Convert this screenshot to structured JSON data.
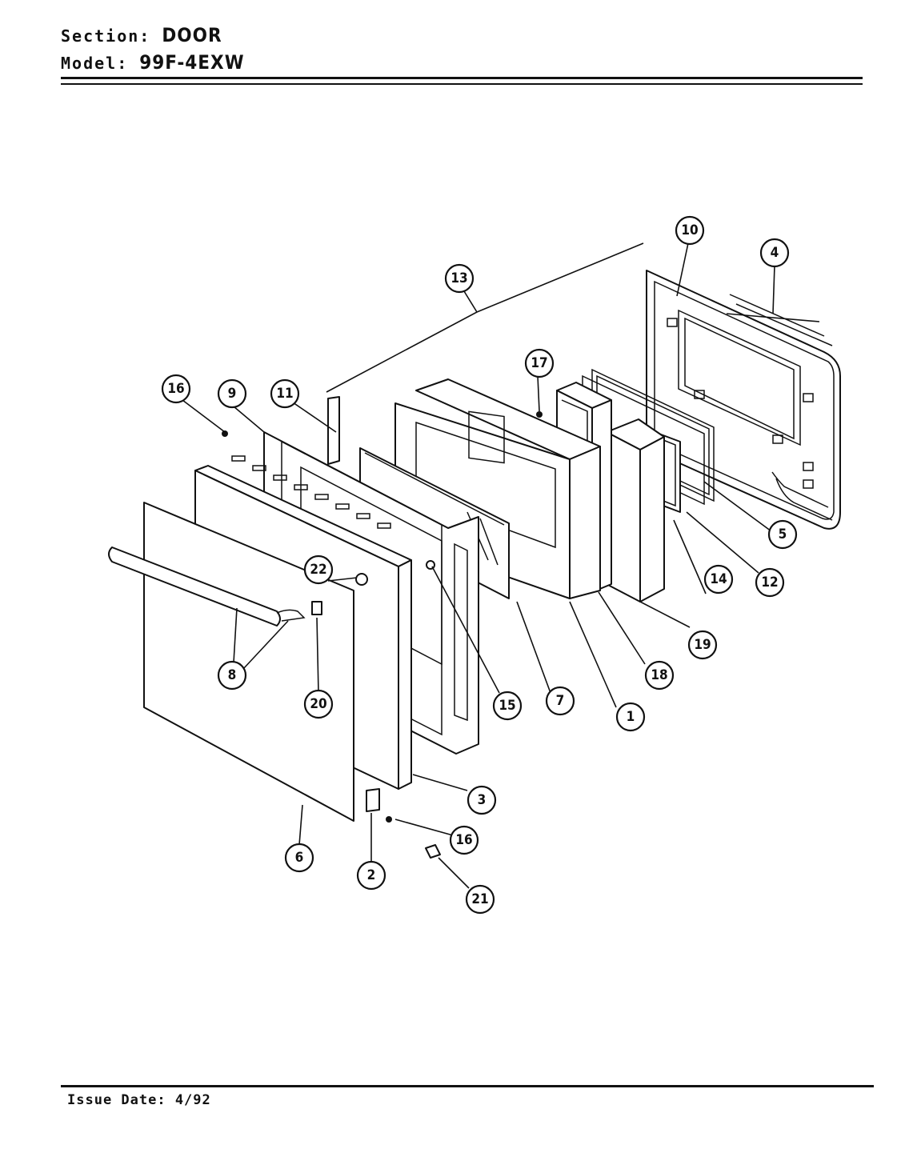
{
  "header": {
    "section_label": "Section:",
    "section_value": "DOOR",
    "model_label": "Model:",
    "model_value": "99F-4EXW"
  },
  "footer": {
    "issue_date": "Issue Date: 4/92"
  },
  "callouts": [
    "1",
    "2",
    "3",
    "4",
    "5",
    "6",
    "7",
    "8",
    "9",
    "10",
    "11",
    "12",
    "13",
    "14",
    "15",
    "16",
    "16",
    "17",
    "18",
    "19",
    "20",
    "21",
    "22"
  ]
}
